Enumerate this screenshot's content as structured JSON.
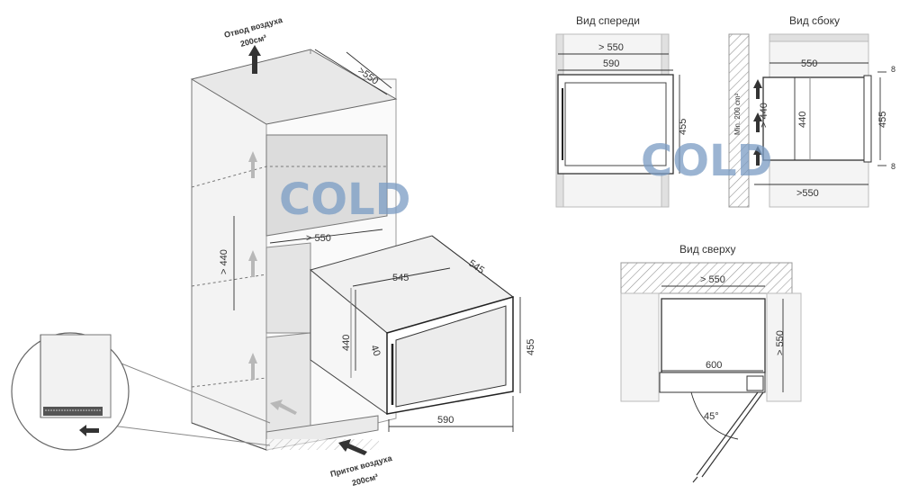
{
  "labels": {
    "air_out": "Отвод воздуха",
    "air_out_vol": "200см³",
    "air_in": "Приток воздуха",
    "air_in_vol": "200см³",
    "front_view": "Вид спереди",
    "side_view": "Вид сбоку",
    "top_view": "Вид сверху",
    "min_vent": "Min. 200 cm²"
  },
  "dims_iso": {
    "depth_top": ">550",
    "niche_height": "> 440",
    "niche_width": "> 550",
    "unit_depth_a": "545",
    "unit_depth_b": "545",
    "unit_height_inner": "440",
    "unit_height_outer": "455",
    "unit_width": "590",
    "gap": "40"
  },
  "dims_front": {
    "niche_width": "> 550",
    "unit_width": "590",
    "unit_height": "455"
  },
  "dims_side": {
    "depth": "550",
    "gap_top": "8",
    "gap_bottom": "8",
    "niche_height": "> 440",
    "inner_height": "440",
    "unit_height": "455",
    "niche_depth": ">550"
  },
  "dims_top": {
    "niche_width": "> 550",
    "niche_depth": "> 550",
    "door_width": "600",
    "door_angle": "45°"
  },
  "watermark": "COLD"
}
